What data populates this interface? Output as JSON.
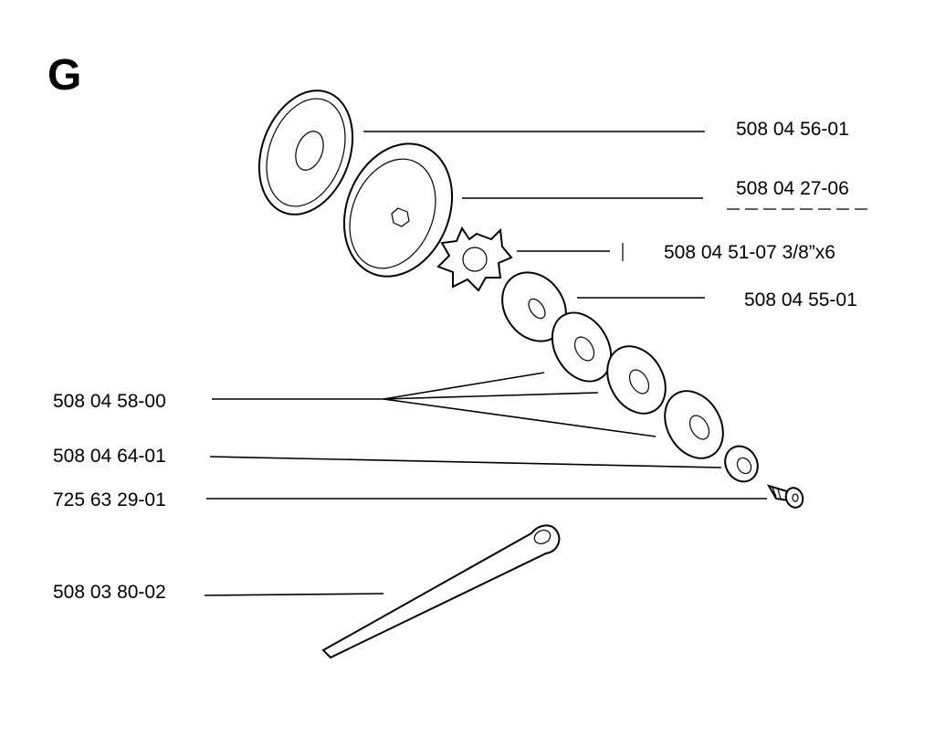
{
  "title": "G",
  "parts": [
    {
      "id": "p1",
      "label": "508 04 56-01"
    },
    {
      "id": "p2",
      "label": "508 04 27-06"
    },
    {
      "id": "p3",
      "label": "508 04 51-07 3/8”x6"
    },
    {
      "id": "p4",
      "label": "508 04 55-01"
    },
    {
      "id": "p5",
      "label": "508 04 58-00"
    },
    {
      "id": "p6",
      "label": "508 04 64-01"
    },
    {
      "id": "p7",
      "label": "725 63 29-01"
    },
    {
      "id": "p8",
      "label": "508 03 80-02"
    }
  ]
}
